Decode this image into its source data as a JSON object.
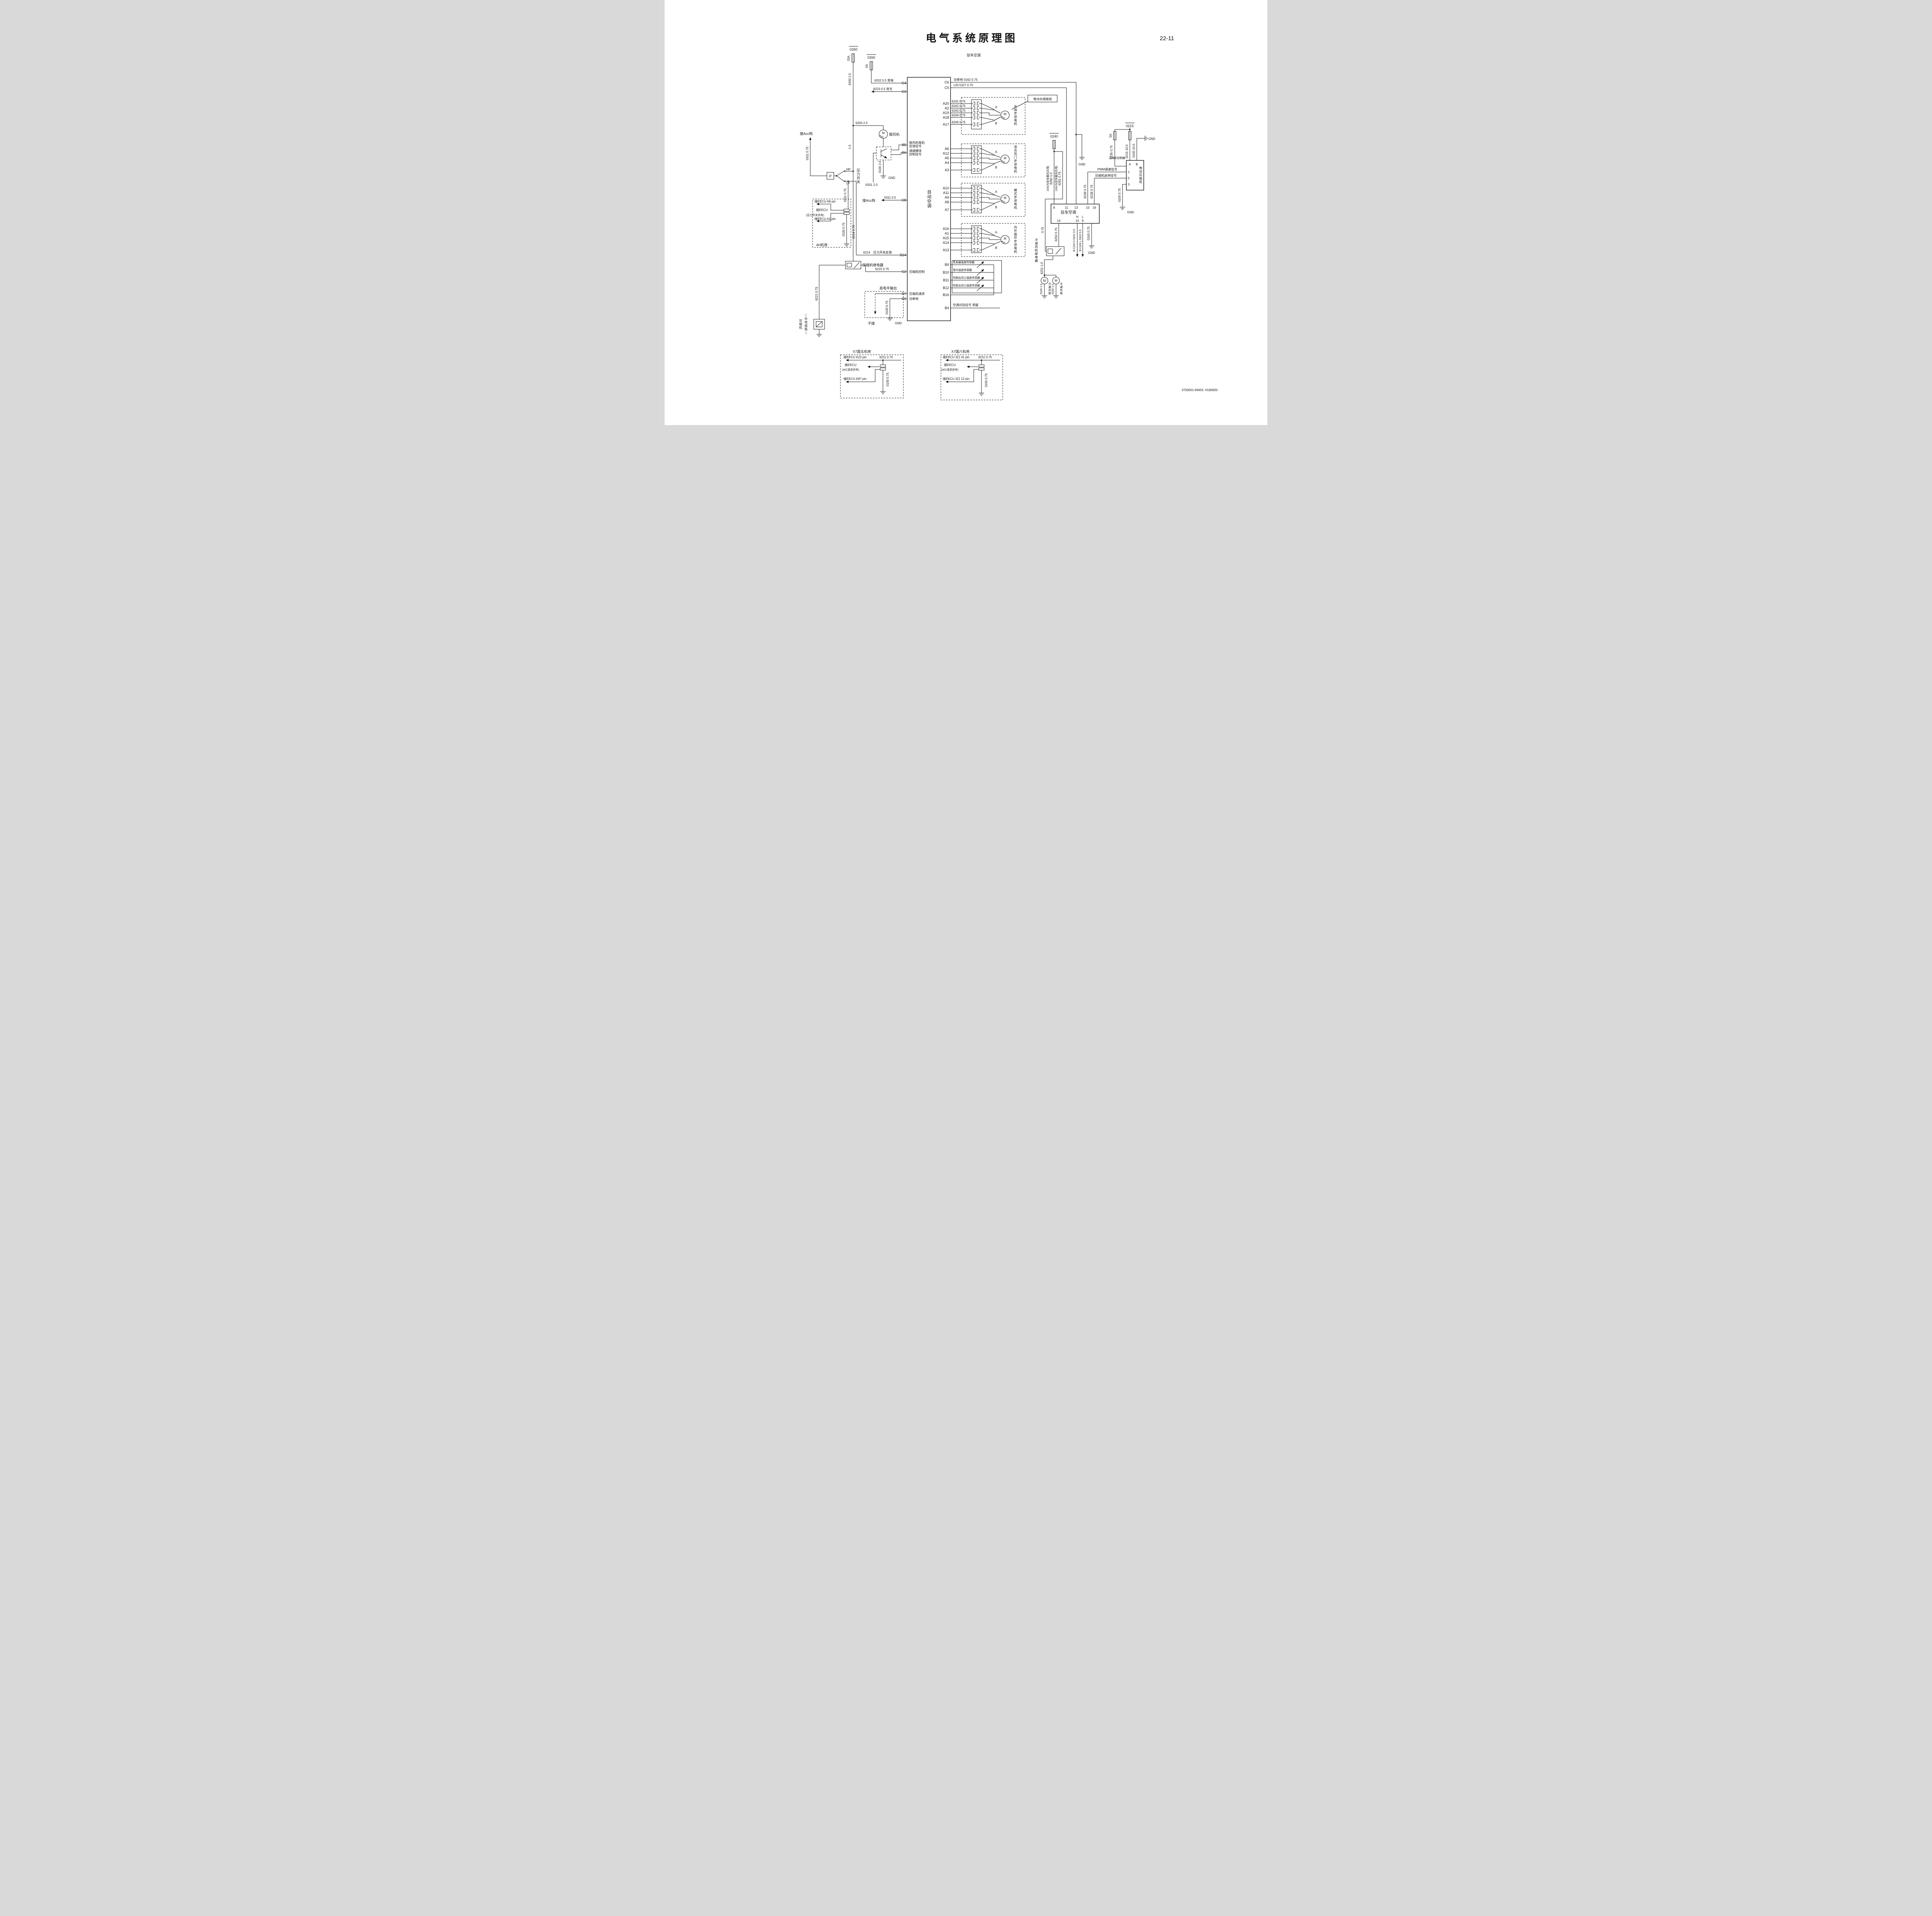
{
  "title": "电气系统原理图",
  "page_number": "22-11",
  "subtitle": "驻车空调",
  "doc_number": "3700001-94003. H190820",
  "gnd": "GND",
  "power": {
    "fuse1_ref": "0260",
    "fuse1_amp": "25A",
    "fuse2_ref": "0260",
    "fuse2_amp": "5A",
    "w6200_v": "6200 2.5",
    "w6200_h": "6200 2.5",
    "w15": "1.5",
    "w6202": "6202 0.5 常电",
    "w8223": "8223 0.5 背光"
  },
  "acu": {
    "name": "自动空调",
    "left_pins": {
      "c4": "C4",
      "c3": "C3",
      "b5": "B5",
      "b6": "B6",
      "c8": "C8",
      "b14": "B14",
      "c2": "C2",
      "c7": "C7",
      "c1": "C1"
    },
    "b5_desc1": "鼓风机电机",
    "b5_desc2": "反馈信号",
    "b6_desc1": "调速模块",
    "b6_desc2": "控制信号",
    "c2_desc": "压缩机控制",
    "c7_desc": "压缩机请求",
    "c1_desc": "功率地",
    "right_pins": {
      "c6": "C6",
      "c5": "C5",
      "b9": "B9",
      "b10": "B10",
      "b11": "B11",
      "b12": "B12",
      "b16": "B16",
      "b4": "B4"
    }
  },
  "bus": {
    "power_gnd": "功率地 0162 0.75",
    "lin": "LIN 5327 0.75"
  },
  "valve_callout": "电动水阀接线",
  "steppers": [
    {
      "name": "水阀步进电机",
      "pins": [
        "A20",
        "A2",
        "A19",
        "A18",
        "A17"
      ],
      "wires": [
        "6241 0.75",
        "6242 0.75",
        "6243 0.75",
        "6244 0.75",
        "6245 0.75"
      ],
      "a": "A",
      "b": "B",
      "m": "M"
    },
    {
      "name": "混合风门步进电机",
      "pins": [
        "A6",
        "A12",
        "A5",
        "A4",
        "A3"
      ],
      "a": "A",
      "b": "B",
      "m": "M"
    },
    {
      "name": "模式步进电机",
      "pins": [
        "A10",
        "A11",
        "A9",
        "A8",
        "A7"
      ],
      "a": "A",
      "b": "B",
      "m": "M"
    },
    {
      "name": "内外循环步进电机",
      "pins": [
        "A16",
        "A1",
        "A15",
        "A14",
        "A13"
      ],
      "a": "A",
      "b": "B",
      "m": "M"
    }
  ],
  "sensors": {
    "names": [
      "蒸发器温度传感器",
      "室内温度传感器",
      "吹脚出风口温度传感器",
      "吹脸出风口温度传感器"
    ]
  },
  "reserved_label": "空调识别信号  预留",
  "blower": {
    "name": "鼓风机",
    "m": "M",
    "w0100": "0100 2.0",
    "w6201": "6201 2.0"
  },
  "acc1": {
    "label": "接Acc档",
    "wire": "0311 0.75"
  },
  "acc2": {
    "label": "接Acc档",
    "wire": "0311 0.5"
  },
  "pswitch": {
    "p": "P",
    "hp": "HP",
    "lp": "LP",
    "name": "压力开关",
    "w6211": "6211 0.75",
    "w6214_v": "6214 0.75",
    "w6214_h": "6214",
    "fb": "压力开关反馈",
    "eecu_a8": "接EECU A8 pin",
    "eecu_sig1": "接EECU",
    "eecu_sig2": "(压力开关信号)",
    "eecu_a1": "接EECU A1 pin",
    "w0100": "0100 0.75",
    "box_label": "4H机用"
  },
  "comp_relay": {
    "name": "压缩机继电器",
    "w6215": "6215 0.75",
    "w6221": "6221 0.75",
    "comp1": "压缩机",
    "comp2": "(外壳搭铁)"
  },
  "hilevel": {
    "label": "高电平输出",
    "nc": "不接",
    "w0100": "0100 0.75"
  },
  "parking": {
    "fuse_ref": "0240",
    "w6260": "6260 1.0",
    "w6260_note": "10A(与驻车暖风共用)",
    "w6261": "6261 0.75",
    "w6261_note": "10A(与驻车暖风共用)",
    "name": "驻车空调",
    "pins_top": [
      "8",
      "11",
      "13",
      "15",
      "16"
    ],
    "pins_bottom": [
      "14",
      "10",
      "9"
    ],
    "h": "H",
    "l": "L",
    "w6250": "6250 0.75",
    "w075": "0.75",
    "relay_name": "冷凝风机继电器",
    "w6251": "6251 1.0",
    "canh": "B-CAN H 5321 0.5",
    "canl": "B-CAN L 5322 0.5",
    "w0100": "0100 0.75",
    "fan_w": "0100 1.0",
    "fan_name": "冷凝风扇",
    "m": "M"
  },
  "ecomp": {
    "fuse_ref": "0215",
    "amp": "5A",
    "w6235": "6235 0.75",
    "w0215": "0215 10.0",
    "w0100_b": "0100 10.0",
    "ctrl": "压缩机控制器",
    "name": "电动压缩机",
    "pa": "A",
    "pb": "B",
    "pwm": "PWM调速信号",
    "ss": "压缩机启停信号",
    "w6239": "6239 0.75",
    "w6238": "6238 0.75",
    "p1": "1",
    "p5": "5",
    "p3": "3",
    "w0100": "0100 0.75"
  },
  "eecu5": {
    "title": "X7国五机用",
    "pin_top": "接EECU K22 pin",
    "wire": "6211 0.75",
    "sig1": "接EECU",
    "sig2": "(A/C请求信号)",
    "pin_bottom": "接EECU K87 pin",
    "w0100": "0100 0.75"
  },
  "eecu6": {
    "title": "X7国六机用",
    "pin_top": "接EECU 3口 41 pin",
    "wire": "6211 0.75",
    "sig1": "接EECU",
    "sig2": "(A/C请求信号)",
    "pin_bottom": "接EECU 3口 12 pin",
    "w0100": "0100 0.75"
  }
}
